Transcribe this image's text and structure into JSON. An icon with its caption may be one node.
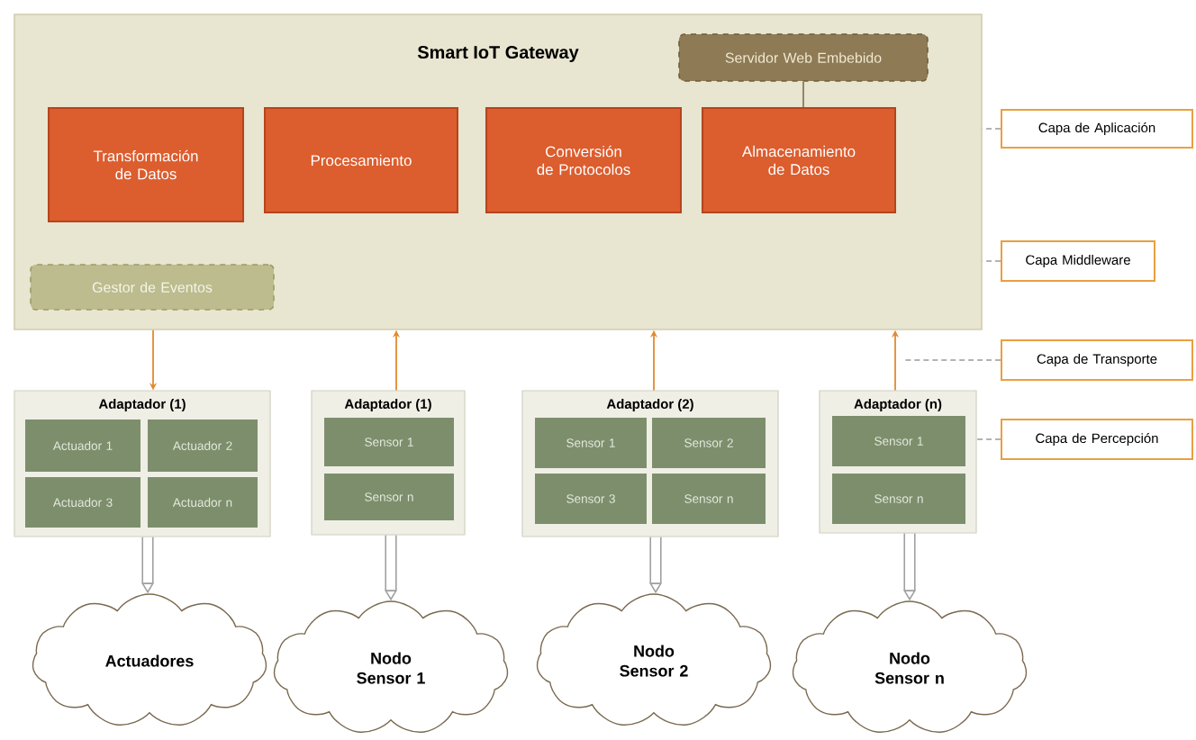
{
  "diagram": {
    "nodes": [
      {
        "text": [
          "Smart IoT Gateway"
        ]
      },
      {
        "text": [
          "Transformación de Datos"
        ],
        "in": 0
      },
      {
        "text": [
          "Procesamiento"
        ],
        "in": 0
      },
      {
        "text": [
          "Conversión de Protocolos"
        ],
        "in": 0
      },
      {
        "text": [
          "Almacenamiento de Datos"
        ],
        "in": 0
      },
      {
        "text": [
          "Servidor Web Embebido"
        ],
        "in": 0
      },
      {
        "text": [
          "Gestor de Eventos"
        ],
        "in": 0
      },
      {
        "text": [
          "Adaptador (1)"
        ]
      },
      {
        "text": [
          "Actuador 1"
        ],
        "in": 7
      },
      {
        "text": [
          "Actuador 2"
        ],
        "in": 7
      },
      {
        "text": [
          "Actuador 3"
        ],
        "in": 7
      },
      {
        "text": [
          "Actuador n"
        ],
        "in": 7
      },
      {
        "text": [
          "Adaptador (1)"
        ]
      },
      {
        "text": [
          "Sensor 1"
        ],
        "in": 12
      },
      {
        "text": [
          "Sensor n"
        ],
        "in": 12
      },
      {
        "text": [
          "Adaptador (2)"
        ]
      },
      {
        "text": [
          "Sensor 1"
        ],
        "in": 15
      },
      {
        "text": [
          "Sensor 2"
        ],
        "in": 15
      },
      {
        "text": [
          "Sensor 3"
        ],
        "in": 15
      },
      {
        "text": [
          "Sensor n"
        ],
        "in": 15
      },
      {
        "text": [
          "Adaptador (n)"
        ]
      },
      {
        "text": [
          "Sensor 1"
        ],
        "in": 20
      },
      {
        "text": [
          "Sensor n"
        ],
        "in": 20
      },
      {
        "text": [
          "Actuadores"
        ]
      },
      {
        "text": [
          "Nodo Sensor 1"
        ]
      },
      {
        "text": [
          "Nodo Sensor 2"
        ]
      },
      {
        "text": [
          "Nodo Sensor n"
        ]
      },
      {
        "text": [
          "Capa de Aplicación"
        ]
      },
      {
        "text": [
          "Capa Middleware"
        ]
      },
      {
        "text": [
          "Capa de Transporte"
        ]
      },
      {
        "text": [
          "Capa de Percepción"
        ]
      }
    ],
    "edges": [
      {
        "from": 5,
        "to": 4,
        "arrow": "none",
        "color": "#8e7b56"
      },
      {
        "from": 0,
        "to": 7,
        "arrow": "to"
      },
      {
        "from": 12,
        "to": 0,
        "arrow": "to"
      },
      {
        "from": 15,
        "to": 0,
        "arrow": "to"
      },
      {
        "from": 20,
        "to": 0,
        "arrow": "to"
      },
      {
        "from": 7,
        "to": 23,
        "arrow": "to",
        "style": "thick",
        "color": "#a0a0a0"
      },
      {
        "from": 12,
        "to": 24,
        "arrow": "to",
        "style": "thick",
        "color": "#a0a0a0"
      },
      {
        "from": 15,
        "to": 25,
        "arrow": "to",
        "style": "thick",
        "color": "#a0a0a0"
      },
      {
        "from": 20,
        "to": 26,
        "arrow": "to",
        "style": "thick",
        "color": "#a0a0a0"
      },
      {
        "from": 27,
        "to": 0,
        "arrow": "none",
        "style": "dashed",
        "color": "#9a9a9a"
      },
      {
        "from": 28,
        "to": 0,
        "arrow": "none",
        "style": "dashed",
        "color": "#9a9a9a"
      },
      {
        "from": 29,
        "to": null,
        "arrow": "none",
        "style": "dashed",
        "color": "#9a9a9a"
      },
      {
        "from": 30,
        "to": 20,
        "arrow": "none",
        "style": "dashed",
        "color": "#9a9a9a"
      }
    ]
  }
}
